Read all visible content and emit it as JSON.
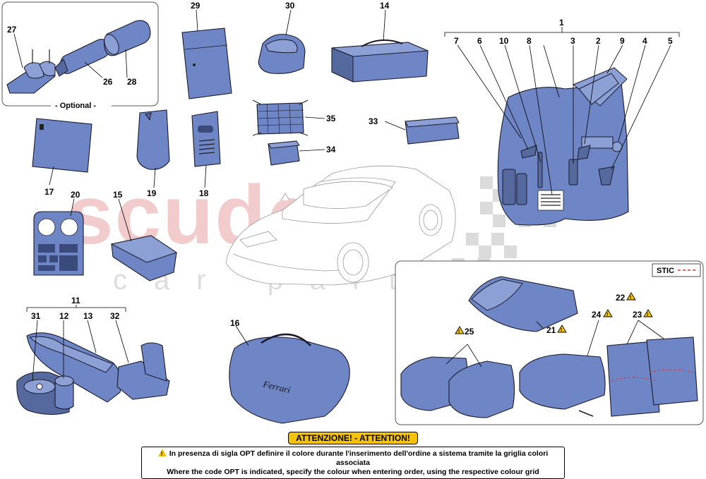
{
  "watermark": {
    "main": "scuderia",
    "sub": "car parts"
  },
  "optional_label": "- Optional -",
  "stic_label": "STIC",
  "notice": {
    "title": "ATTENZIONE! - ATTENTION!",
    "line_it": "In presenza di sigla OPT definire il colore durante l'inserimento dell'ordine a sistema tramite la griglia colori associata",
    "line_en": "Where the code OPT is indicated, specify the colour when entering order, using the respective colour grid"
  },
  "callouts": {
    "c1": "1",
    "c2": "2",
    "c3": "3",
    "c4": "4",
    "c5": "5",
    "c6": "6",
    "c7": "7",
    "c8": "8",
    "c9": "9",
    "c10": "10",
    "c11": "11",
    "c12": "12",
    "c13": "13",
    "c14": "14",
    "c15": "15",
    "c16": "16",
    "c17": "17",
    "c18": "18",
    "c19": "19",
    "c20": "20",
    "c21": "21",
    "c22": "22",
    "c23": "23",
    "c24": "24",
    "c25": "25",
    "c26": "26",
    "c27": "27",
    "c28": "28",
    "c29": "29",
    "c30": "30",
    "c31": "31",
    "c32": "32",
    "c33": "33",
    "c34": "34",
    "c35": "35"
  },
  "warning_icon": "warning-triangle-icon",
  "colors": {
    "part_fill": "#6f86c6",
    "warning": "#f4c20d",
    "stic_line": "#e03030",
    "watermark": "#e9a4a4"
  }
}
